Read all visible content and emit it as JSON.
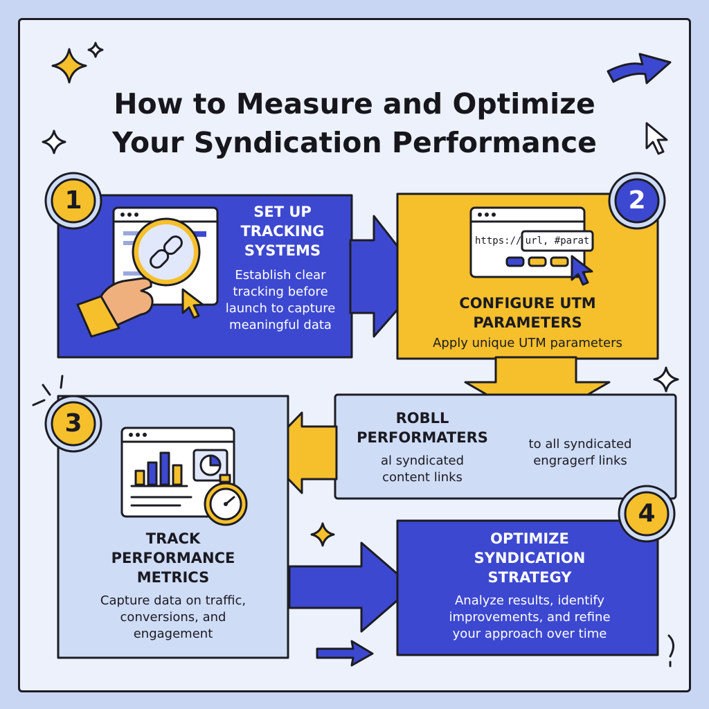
{
  "title": {
    "line1": "How to Measure and Optimize",
    "line2": "Your Syndication Performance"
  },
  "colors": {
    "background": "#c9d6f3",
    "panel": "#ecf1fb",
    "blue": "#3d48d0",
    "yellow": "#f6c02c",
    "lightblue": "#cfdcf6",
    "ink": "#1c1c24"
  },
  "steps": [
    {
      "number": "1",
      "heading": [
        "SET UP",
        "TRACKING",
        "SYSTEMS"
      ],
      "description": [
        "Establish clear",
        "tracking before",
        "launch to capture",
        "meaningful data"
      ],
      "icons": [
        "browser-window-icon",
        "magnifier-icon",
        "link-icon",
        "hand-icon",
        "cursor-icon"
      ]
    },
    {
      "number": "2",
      "url_prefix": "https://",
      "url_field": "url, #parat",
      "heading": [
        "CONFIGURE UTM",
        "PARAMETERS"
      ],
      "description": [
        "Apply unique UTM parameters"
      ],
      "icons": [
        "browser-window-icon",
        "cursor-icon"
      ]
    },
    {
      "number": "",
      "heading": [
        "ROBLL",
        "PERFORMATERS"
      ],
      "description_left": [
        "al syndicated",
        "content links"
      ],
      "description_right": [
        "to all syndicated",
        "engragerf links"
      ]
    },
    {
      "number": "3",
      "heading": [
        "TRACK",
        "PERFORMANCE",
        "METRICS"
      ],
      "description": [
        "Capture data on traffic,",
        "conversions, and",
        "engagement"
      ],
      "icons": [
        "dashboard-icon",
        "bar-chart-icon",
        "pie-chart-icon",
        "stopwatch-icon"
      ]
    },
    {
      "number": "4",
      "heading": [
        "OPTIMIZE",
        "SYNDICATION",
        "STRATEGY"
      ],
      "description": [
        "Analyze results, identify",
        "improvements, and refine",
        "your approach over time"
      ]
    }
  ],
  "decorations": [
    "sparkle-icon",
    "arrow-icon",
    "cursor-icon"
  ]
}
